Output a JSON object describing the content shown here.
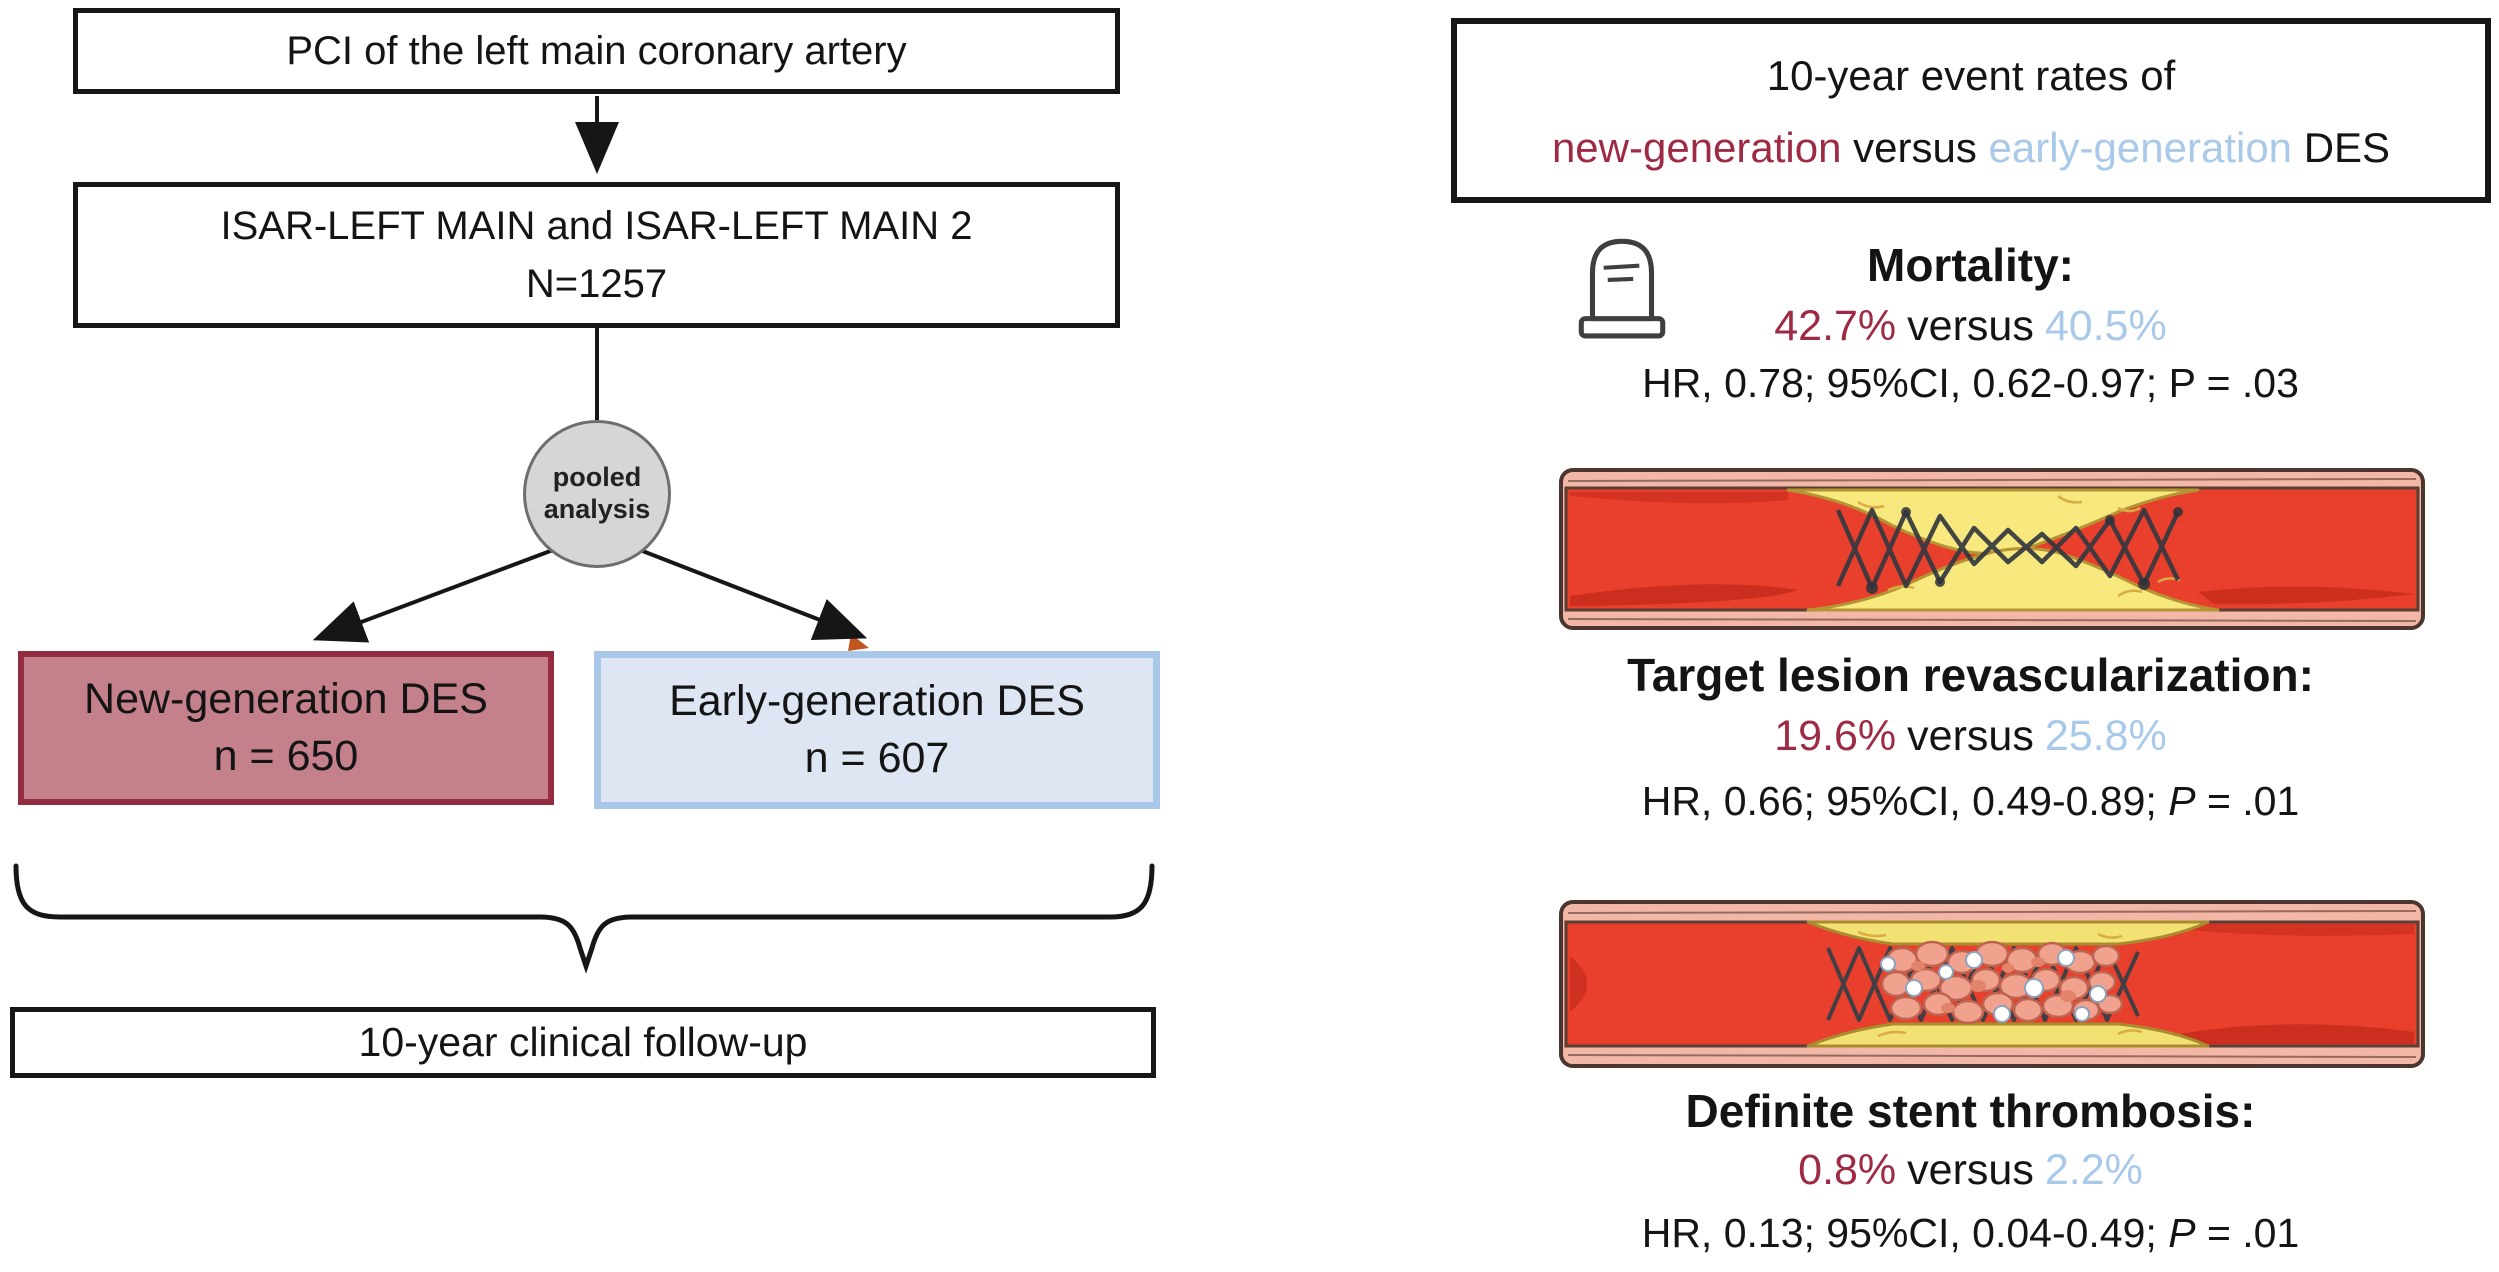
{
  "left_flowchart": {
    "pci_box": "PCI of the left main coronary artery",
    "trials_box_line1": "ISAR-LEFT MAIN and ISAR-LEFT MAIN 2",
    "trials_box_line2": "N=1257",
    "pooled_node_line1": "pooled",
    "pooled_node_line2": "analysis",
    "new_gen_box_line1": "New-generation DES",
    "new_gen_box_line2": "n = 650",
    "early_gen_box_line1": "Early-generation DES",
    "early_gen_box_line2": "n = 607",
    "follow_up_box": "10-year clinical follow-up"
  },
  "right_panel": {
    "header_line1": "10-year event rates of",
    "header_new": "new-generation",
    "header_versus": " versus ",
    "header_early": "early-generation",
    "header_des": " DES",
    "sections": [
      {
        "title": "Mortality:",
        "new_rate": "42.7%",
        "versus_word": "versus",
        "early_rate": "40.5%",
        "stats_prefix": "HR, 0.78; 95%CI, 0.62-0.97; ",
        "p_label": "P",
        "p_value": " = .03",
        "icon": "tombstone-icon"
      },
      {
        "title": "Target lesion revascularization:",
        "new_rate": "19.6%",
        "versus_word": "versus",
        "early_rate": "25.8%",
        "stats_prefix": "HR, 0.66; 95%CI, 0.49-0.89; ",
        "p_label": "P",
        "p_value": " = .01",
        "icon": "stented-artery-restenosis-illustration"
      },
      {
        "title": "Definite stent thrombosis:",
        "new_rate": "0.8%",
        "versus_word": "versus",
        "early_rate": "2.2%",
        "stats_prefix": "HR, 0.13; 95%CI, 0.04-0.49; ",
        "p_label": "P",
        "p_value": " = .01",
        "icon": "stent-thrombosis-artery-illustration"
      }
    ]
  },
  "colors": {
    "new_generation_red": "#9e2b43",
    "early_generation_blue": "#a9c9ea",
    "new_box_fill": "#c4818b",
    "new_box_border": "#932b41",
    "early_box_fill": "#dde6f2",
    "early_box_border": "#a9c7e8",
    "pooled_node_fill": "#d6d6d6",
    "outline_black": "#161616",
    "artery_wall_pink": "#f3b7a7",
    "artery_lumen_red": "#e8402c",
    "plaque_yellow": "#f7e97d"
  }
}
